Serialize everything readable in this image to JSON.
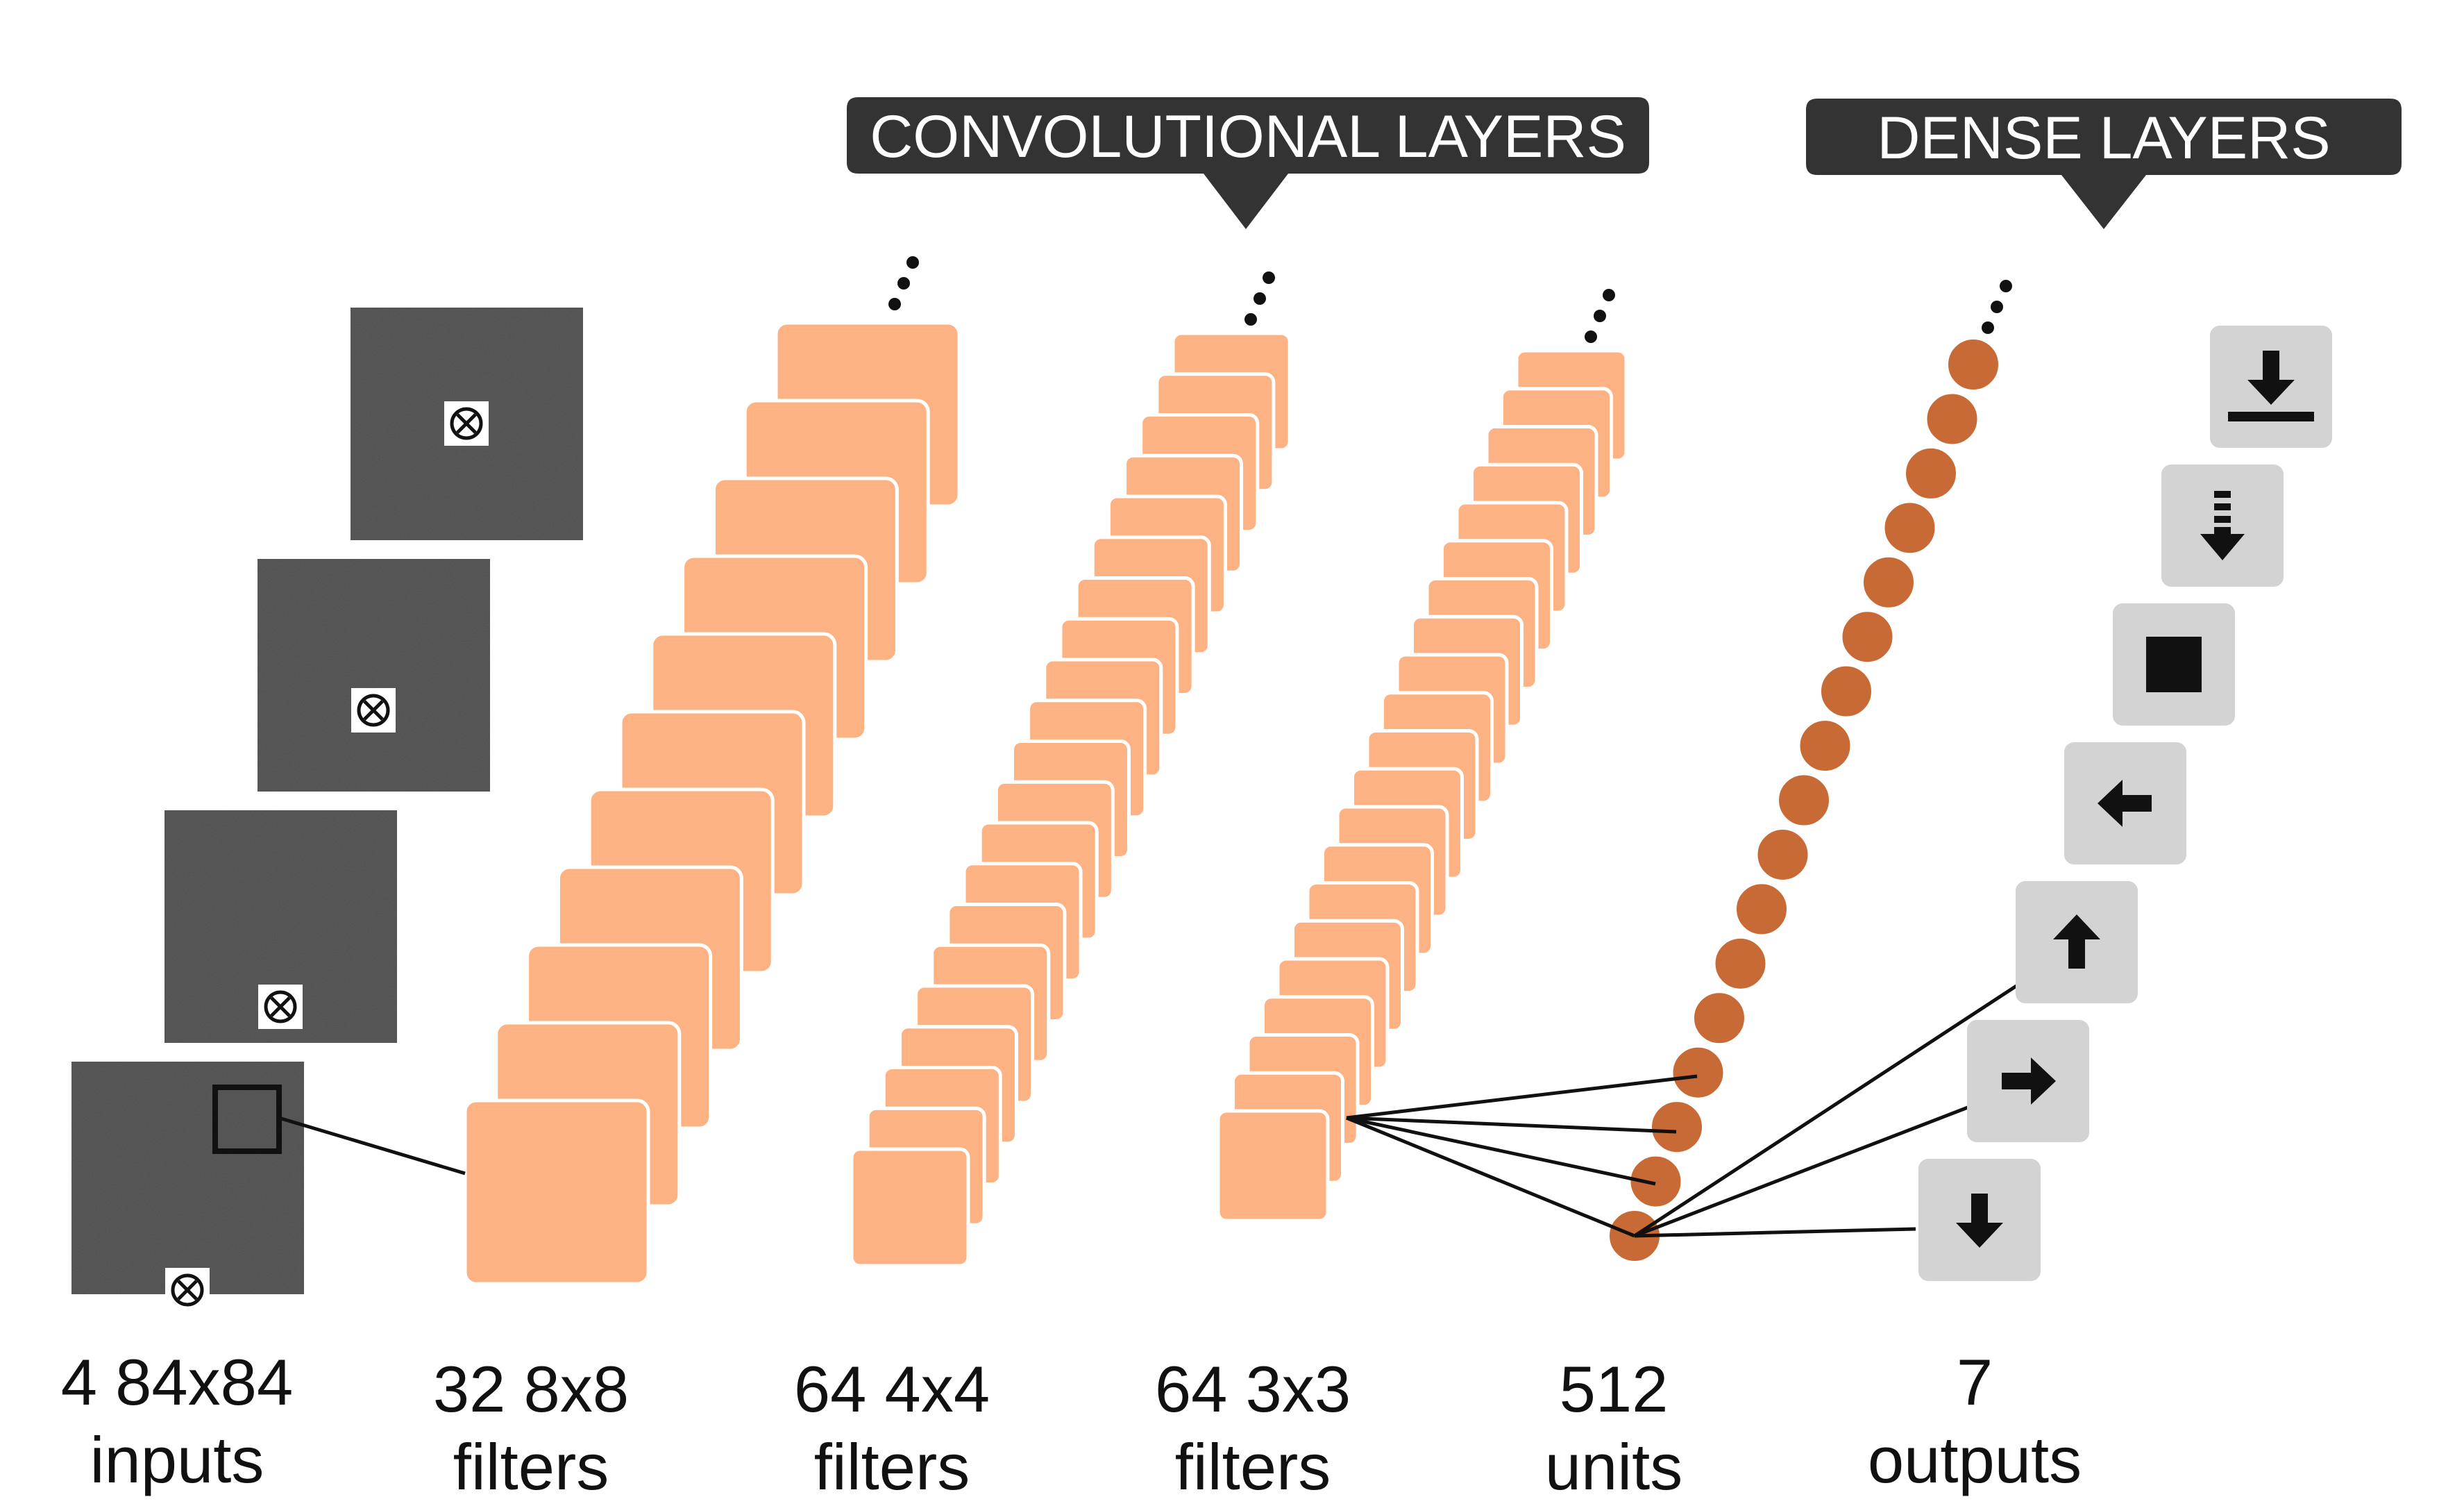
{
  "callouts": {
    "conv": "CONVOLUTIONAL LAYERS",
    "dense": "DENSE LAYERS"
  },
  "columns": [
    {
      "line1": "4 84x84",
      "line2": "inputs"
    },
    {
      "line1": "32 8x8",
      "line2": "filters"
    },
    {
      "line1": "64 4x4",
      "line2": "filters"
    },
    {
      "line1": "64 3x3",
      "line2": "filters"
    },
    {
      "line1": "512",
      "line2": "units"
    },
    {
      "line1": "7",
      "line2": "outputs"
    }
  ],
  "actions": [
    "drop-icon",
    "soft-drop-icon",
    "stop-icon",
    "left-arrow-icon",
    "up-arrow-icon",
    "right-arrow-icon",
    "down-arrow-icon"
  ],
  "colors": {
    "filter_fill": "#FDB283",
    "unit_fill": "#C86A35",
    "frame_fill": "#4A4A4A",
    "callout_fill": "#333333",
    "action_fill": "#D3D3D3"
  }
}
